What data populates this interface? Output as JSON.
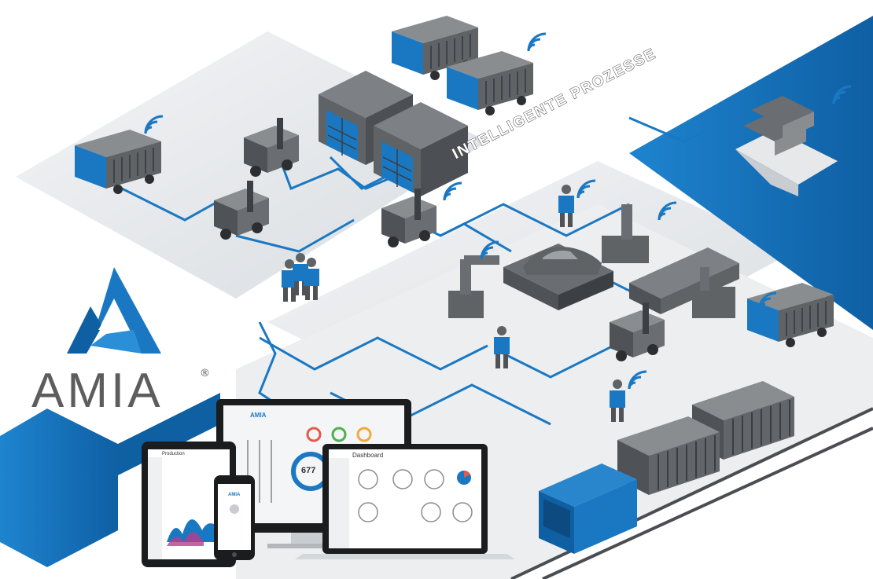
{
  "brand": {
    "name": "AMIA",
    "registered": "®"
  },
  "banner": {
    "text": "INTELLIGENTE PROZESSE"
  },
  "devices": {
    "monitor": {
      "logo_text": "AMIA",
      "kpi_value": "677"
    },
    "laptop": {
      "title": "Dashboard"
    },
    "tablet": {
      "title": "Production"
    },
    "phone": {
      "logo_text": "AMIA"
    }
  },
  "colors": {
    "accent": "#1a78c2",
    "gray": "#5f6366",
    "floor": "#e9ecef"
  },
  "icons": [
    "wifi-icon",
    "truck-icon",
    "forklift-icon",
    "warehouse-icon",
    "ship-icon",
    "robot-arm-icon",
    "worker-icon",
    "train-icon",
    "car-icon"
  ]
}
